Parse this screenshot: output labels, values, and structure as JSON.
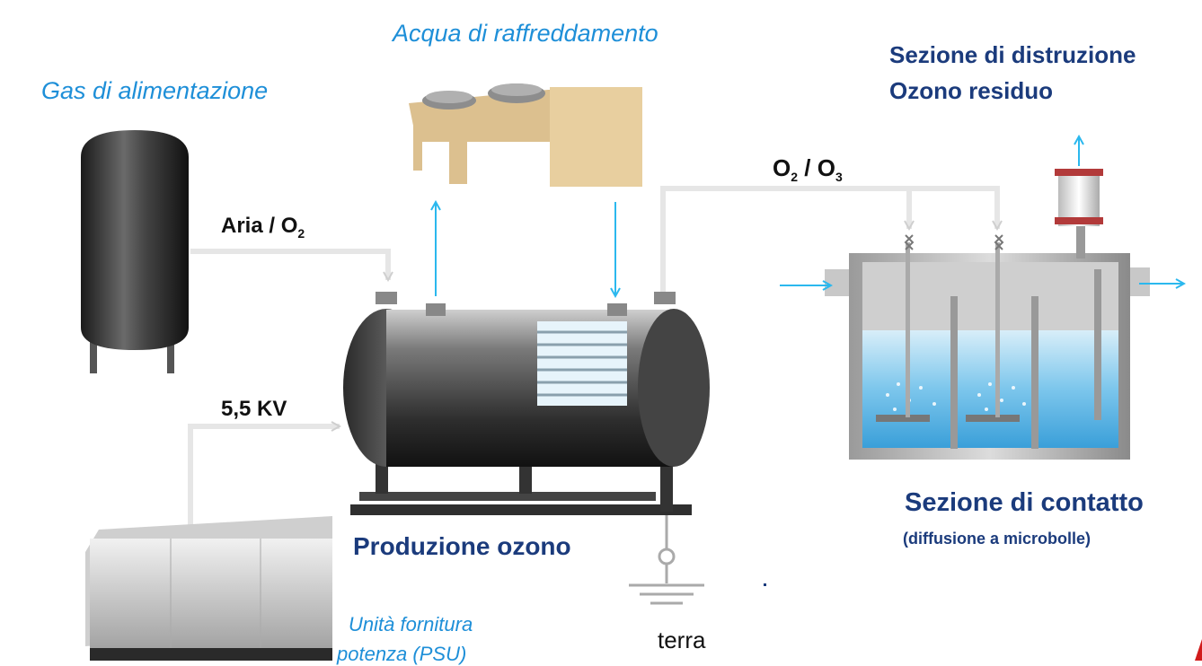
{
  "labels": {
    "gas": "Gas di alimentazione",
    "cooling_water": "Acqua di raffreddamento",
    "destruction_line1": "Sezione di distruzione",
    "destruction_line2": "Ozono residuo",
    "o2o3_a": "O",
    "o2o3_a_sub": "2",
    "o2o3_sep": " / O",
    "o2o3_b_sub": "3",
    "aria_a": "Aria / O",
    "aria_sub": "2",
    "voltage": "5,5 KV",
    "production": "Produzione ozono",
    "contact": "Sezione di contatto",
    "contact_sub": "(diffusione a microbolle)",
    "psu_line1": "Unità fornitura",
    "psu_line2": "potenza (PSU)",
    "ground": "terra"
  },
  "colors": {
    "flow_arrow": "#2bb8ee",
    "label_blue": "#1e8fd8",
    "label_navy": "#1b3b7c",
    "pipe": "#e9e9e9",
    "water": "#56b2e4"
  }
}
